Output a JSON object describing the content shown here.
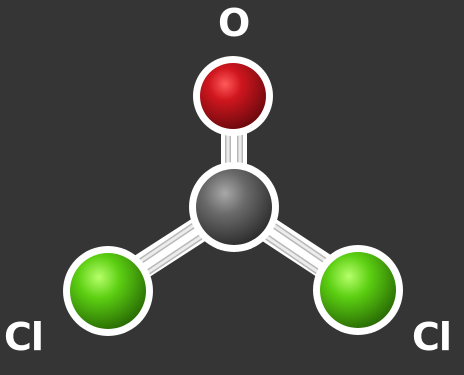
{
  "molecule": {
    "atoms": [
      {
        "symbol": "O",
        "label": "O",
        "element": "oxygen",
        "color": "#c0141c"
      },
      {
        "symbol": "C",
        "label": "",
        "element": "carbon",
        "color": "#6a6a6a"
      },
      {
        "symbol": "Cl",
        "label": "Cl",
        "element": "chlorine",
        "color": "#58cc10"
      },
      {
        "symbol": "Cl",
        "label": "Cl",
        "element": "chlorine",
        "color": "#58cc10"
      }
    ],
    "bonds": [
      {
        "from": "C",
        "to": "O",
        "order": 2
      },
      {
        "from": "C",
        "to": "Cl",
        "order": 2
      },
      {
        "from": "C",
        "to": "Cl",
        "order": 2
      }
    ]
  },
  "colors": {
    "background": "#353535",
    "outline": "#ffffff",
    "bond": "#d8d8d8"
  }
}
